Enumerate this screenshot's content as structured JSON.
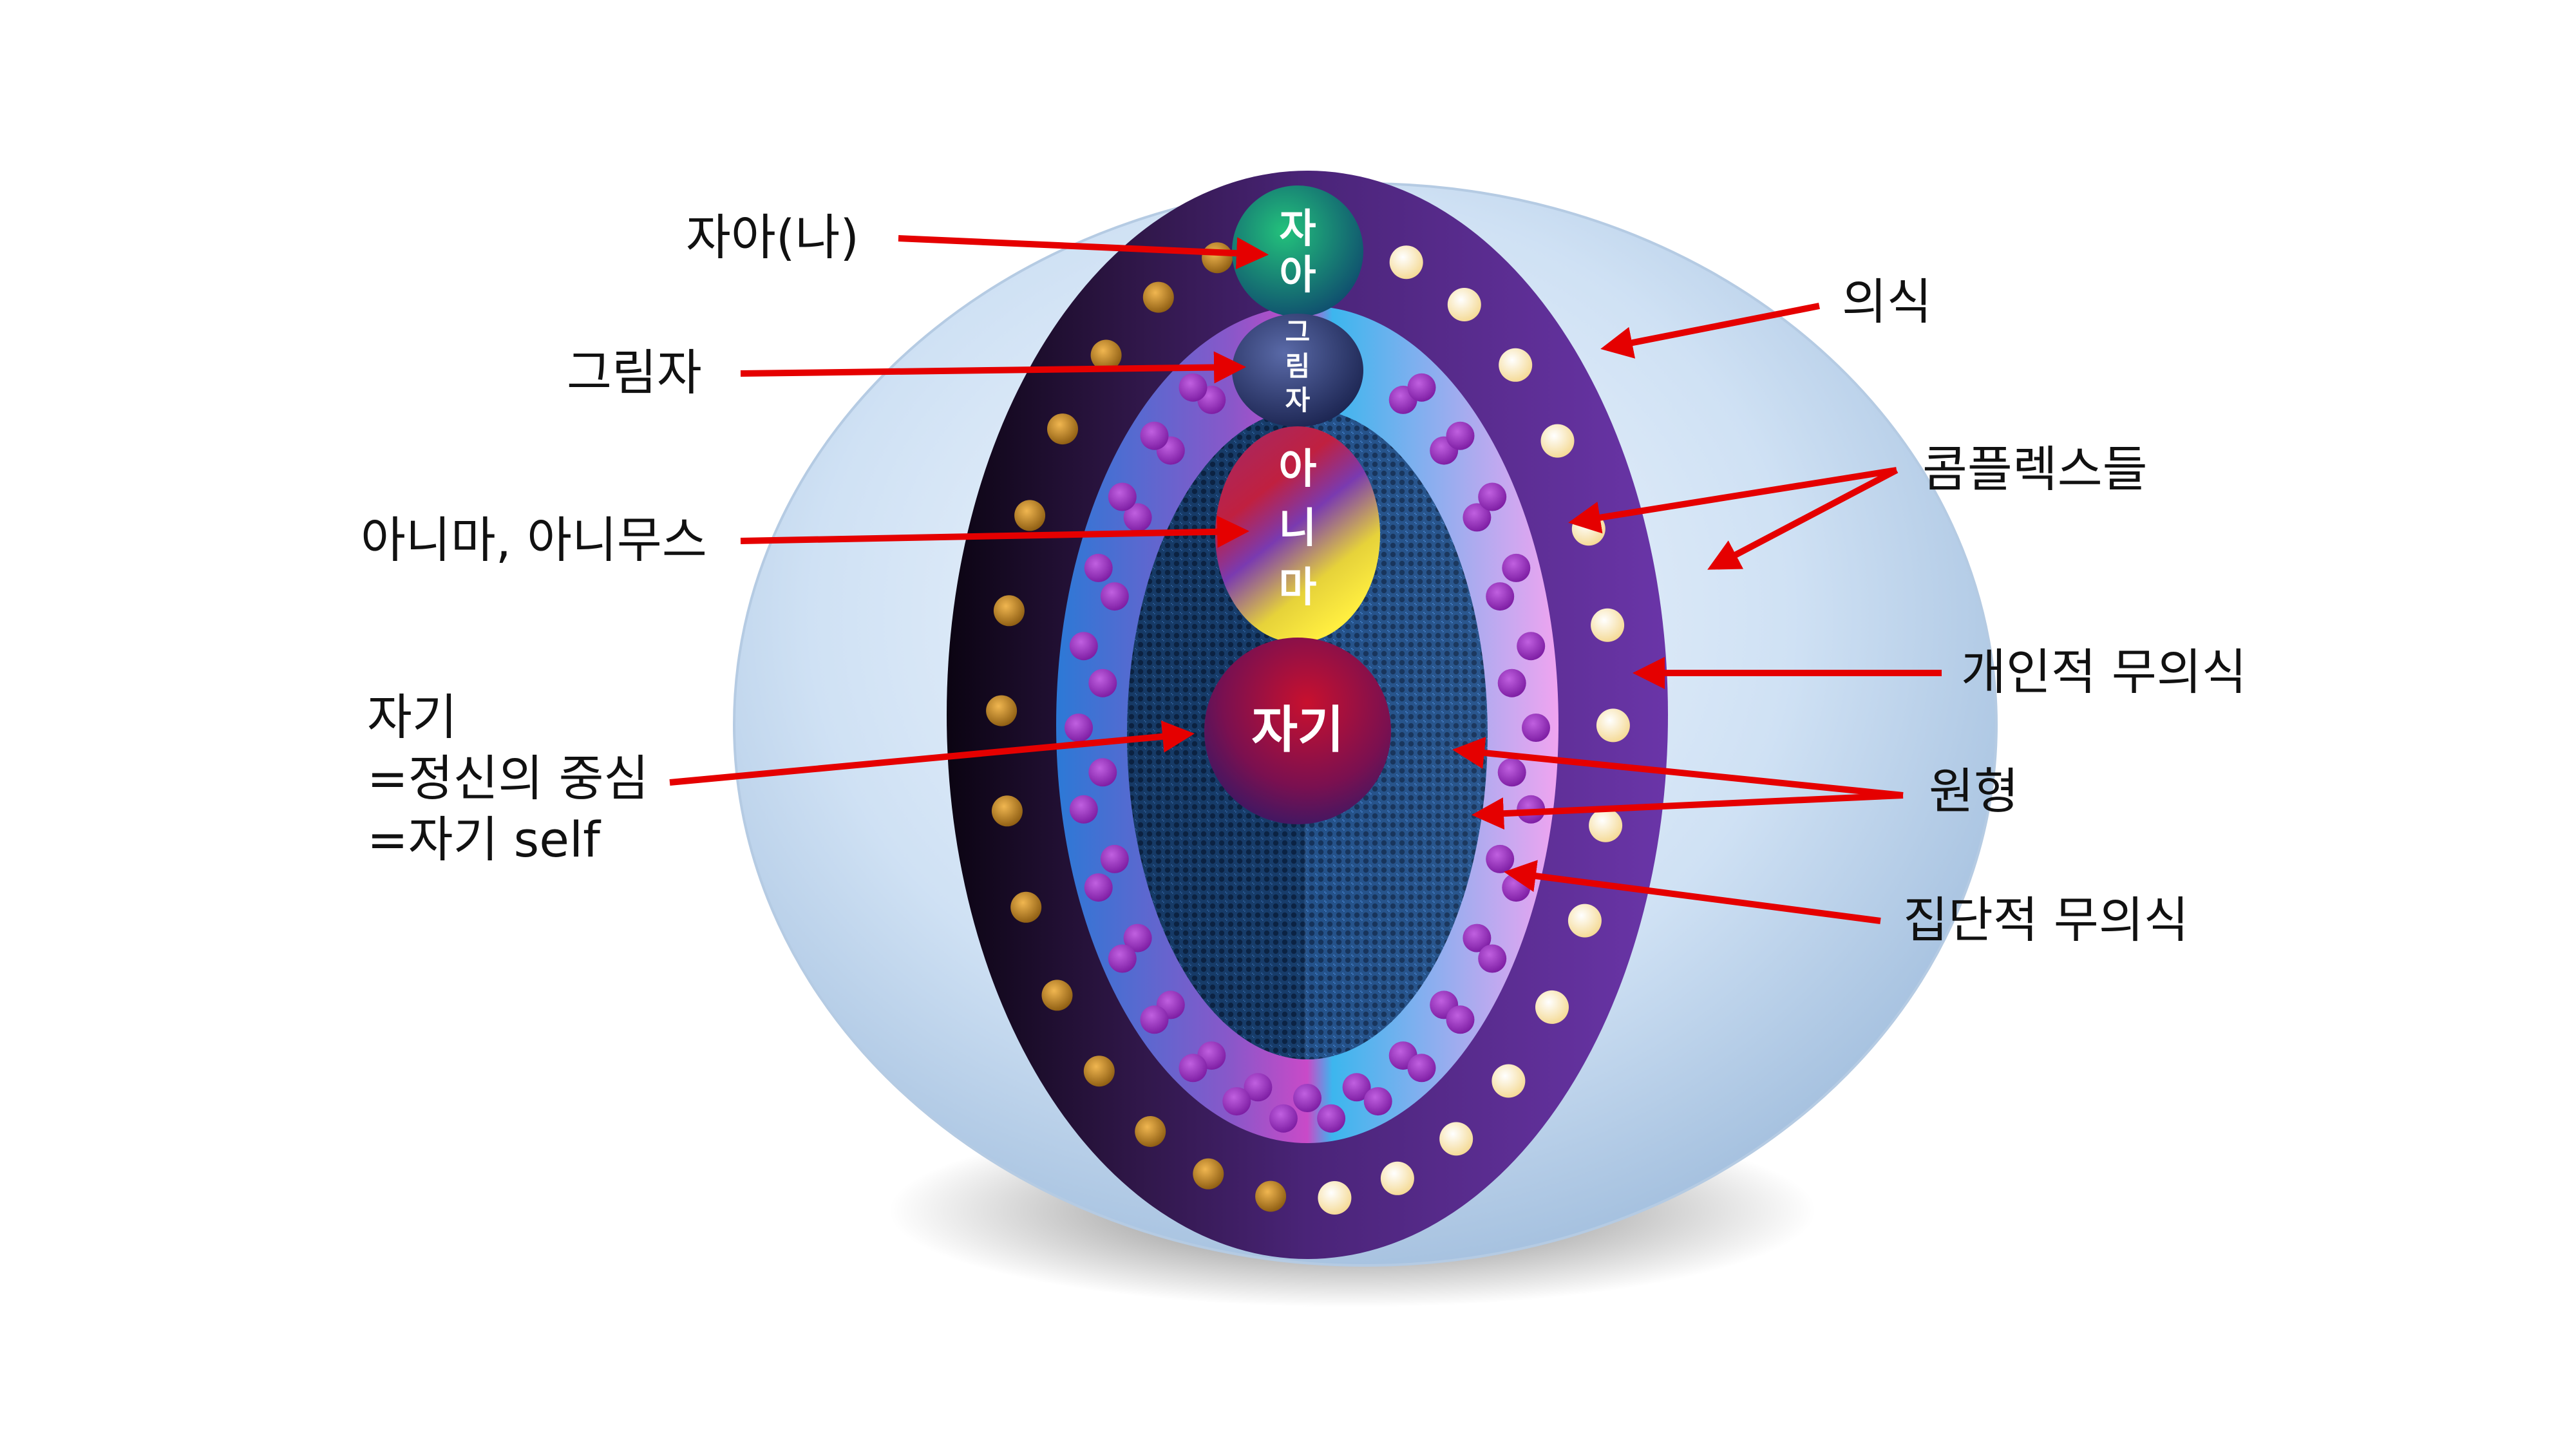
{
  "diagram": {
    "inner_labels": {
      "ego_line1": "자",
      "ego_line2": "아",
      "shadow_line1": "그",
      "shadow_line2": "림",
      "shadow_line3": "자",
      "anima_line1": "아",
      "anima_line2": "니",
      "anima_line3": "마",
      "self": "자기"
    },
    "callouts_left": {
      "ego": "자아(나)",
      "shadow": "그림자",
      "anima_animus": "아니마, 아니무스",
      "self_line1": "자기",
      "self_line2": "=정신의 중심",
      "self_line3": "=자기 self"
    },
    "callouts_right": {
      "consciousness": "의식",
      "complexes": "콤플렉스들",
      "personal_unconscious": "개인적 무의식",
      "archetypes": "원형",
      "collective_unconscious": "집단적 무의식"
    },
    "colors": {
      "arrow": "#e50000",
      "outer_ring": "#5b2a8c",
      "personal_ring": "#c77be0",
      "core": "#1c4f8f",
      "ego_bubble": "#17a06a",
      "self_bubble": "#a0123a"
    }
  }
}
